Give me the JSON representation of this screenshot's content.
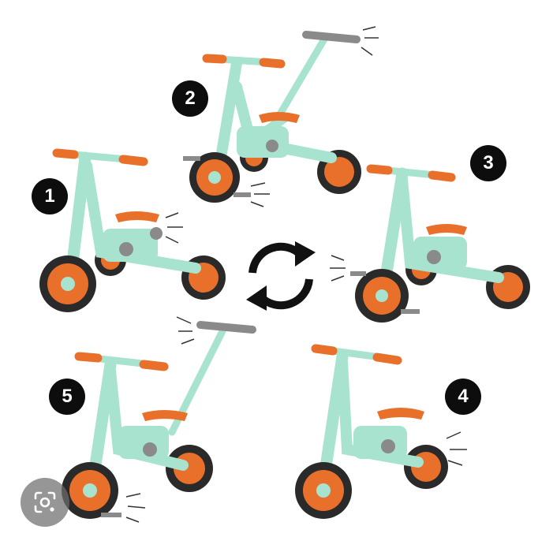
{
  "badges": [
    {
      "label": "1"
    },
    {
      "label": "2"
    },
    {
      "label": "3"
    },
    {
      "label": "4"
    },
    {
      "label": "5"
    }
  ],
  "colors": {
    "frame": "#a8e3d0",
    "frame_dark": "#86cdb7",
    "orange": "#e8702b",
    "orange_light": "#f39a5a",
    "tire": "#2a2a2a",
    "handle_gray": "#8a8a8a",
    "badge_bg": "#0d0d0d",
    "badge_text": "#ffffff"
  },
  "icons": {
    "center": "refresh-cycle-icon",
    "overlay": "lens-search-icon"
  }
}
